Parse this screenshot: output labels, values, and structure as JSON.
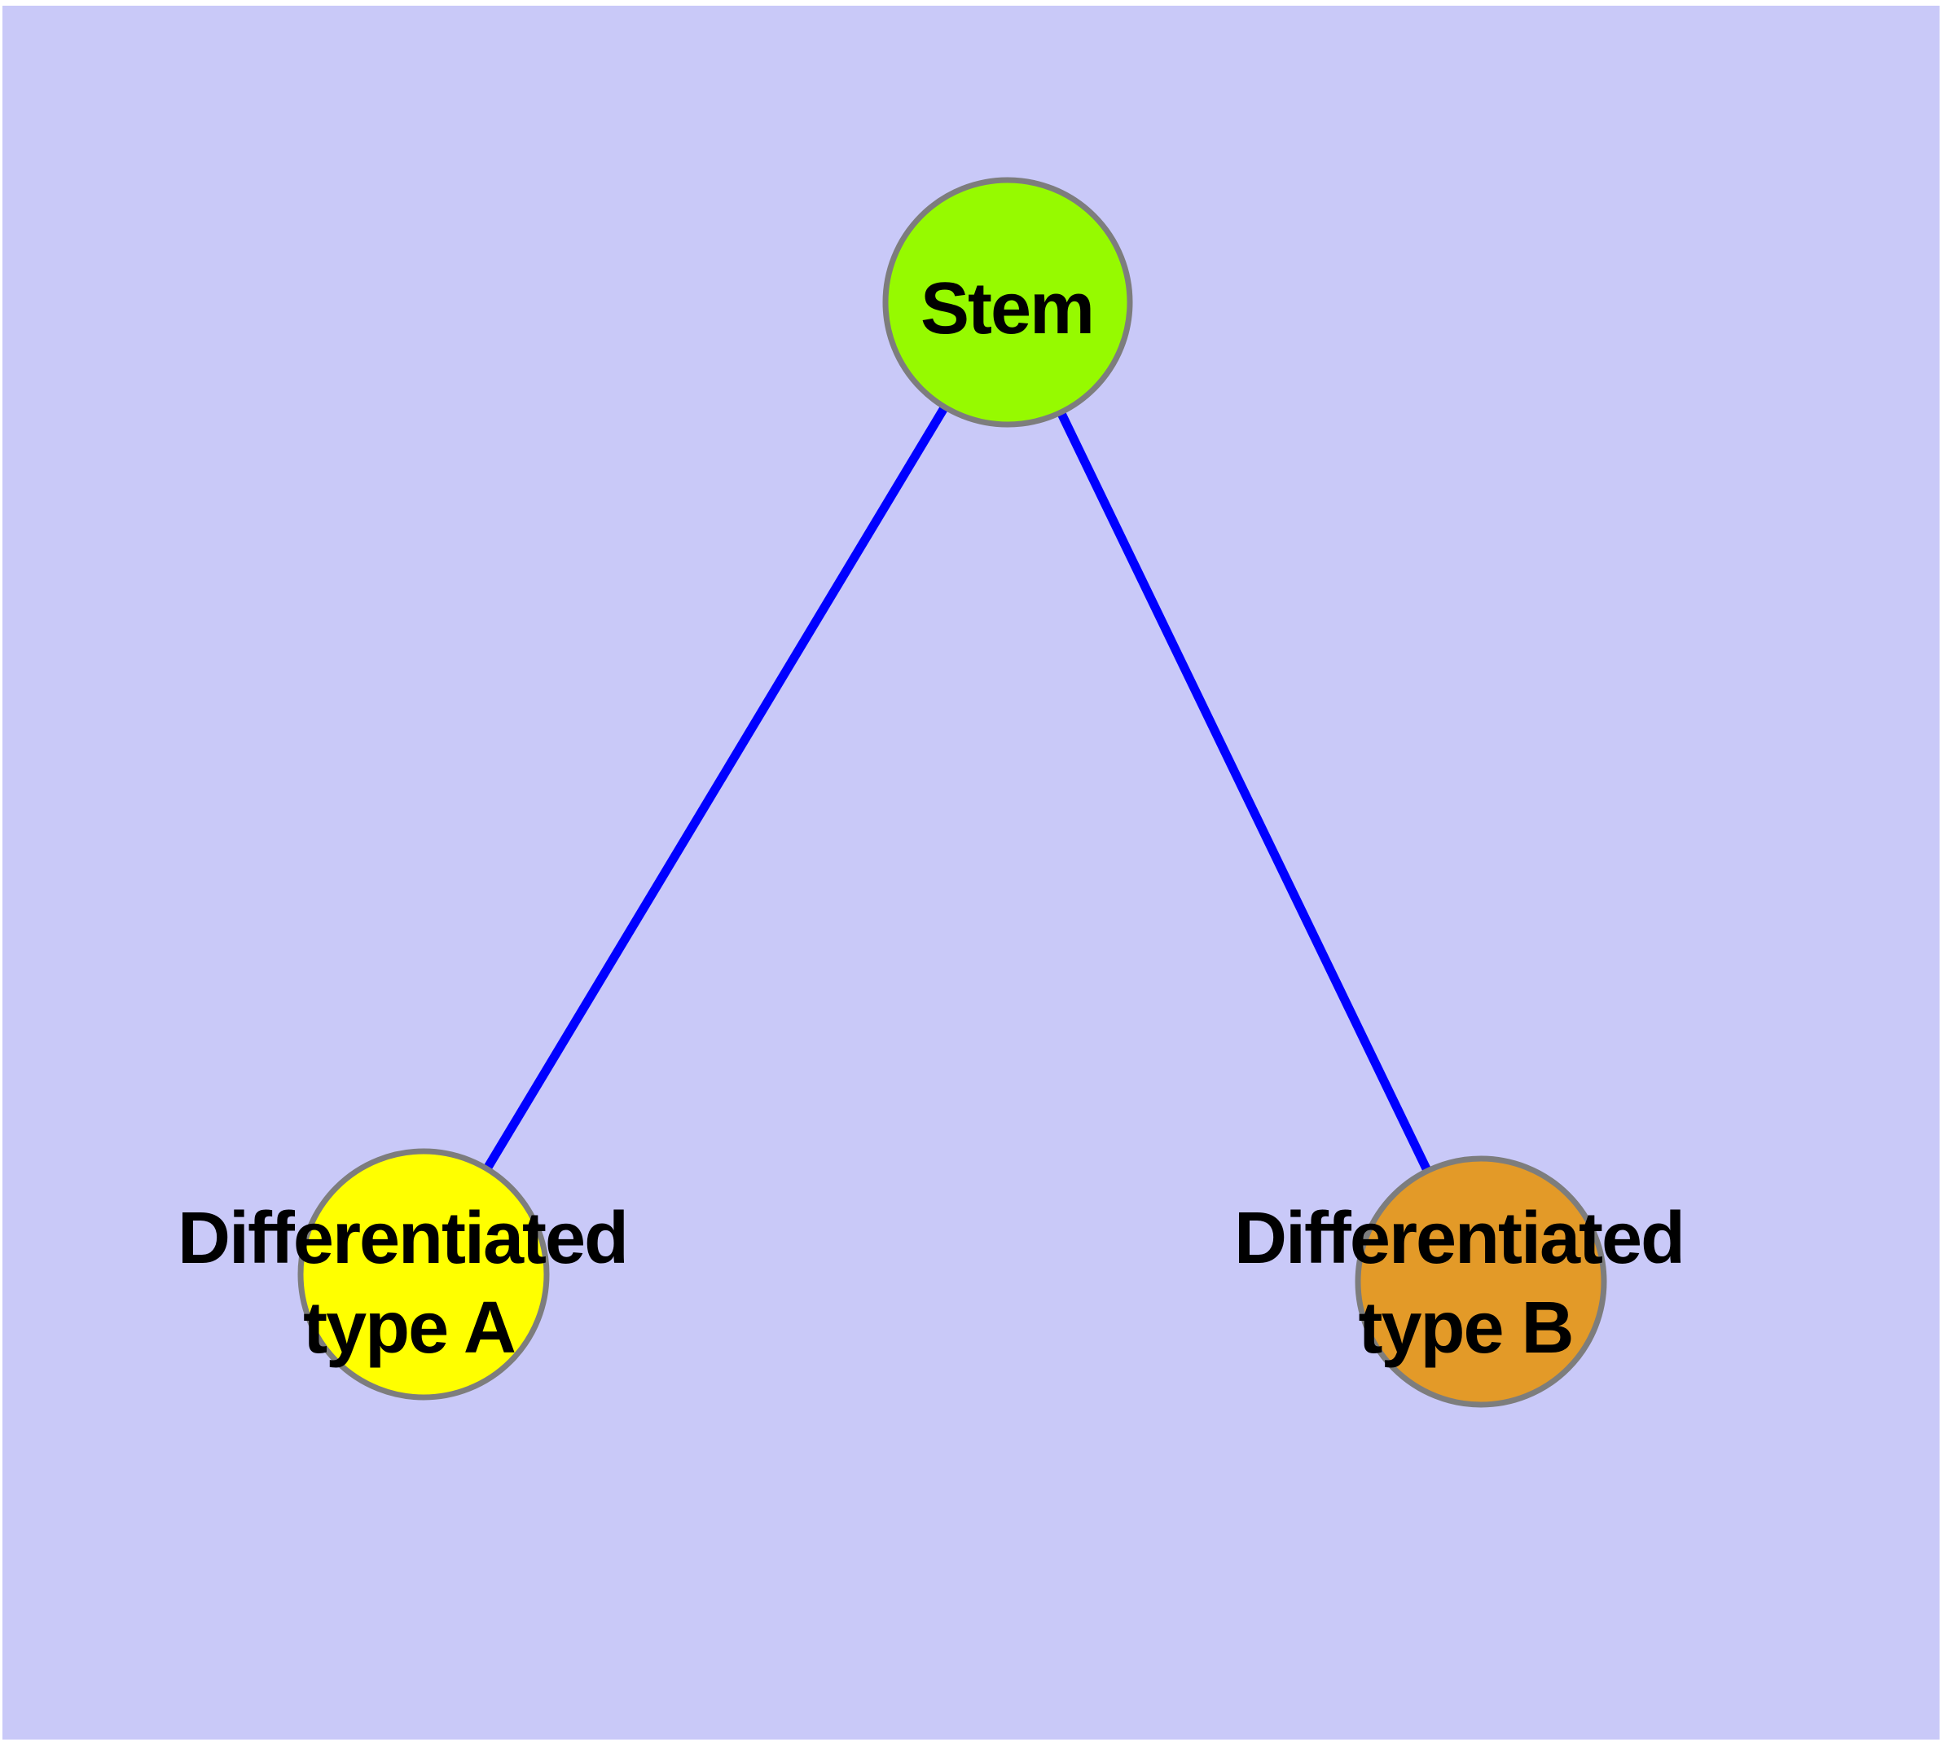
{
  "background": {
    "frame_color": "#FFFFFF",
    "canvas_color": "#C9C9F8"
  },
  "colors": {
    "text": "#000000",
    "node_border": "#7D7D7D",
    "edge_blue": "#0000FF"
  },
  "diagram": {
    "title": "",
    "nodes": [
      {
        "id": "stem",
        "label": "Stem",
        "fill": "#96FA00",
        "border": "#7D7D7D"
      },
      {
        "id": "differentiated-type-a",
        "label_line1": "Differentiated",
        "label_line2": "type A",
        "fill": "#FFFF00",
        "border": "#7D7D7D"
      },
      {
        "id": "differentiated-type-b",
        "label_line1": "Differentiated",
        "label_line2": "type B",
        "fill": "#E39A28",
        "border": "#7D7D7D"
      }
    ],
    "edges": [
      {
        "from": "stem",
        "to": "differentiated-type-a",
        "color": "#0000FF"
      },
      {
        "from": "stem",
        "to": "differentiated-type-b",
        "color": "#0000FF"
      }
    ]
  }
}
